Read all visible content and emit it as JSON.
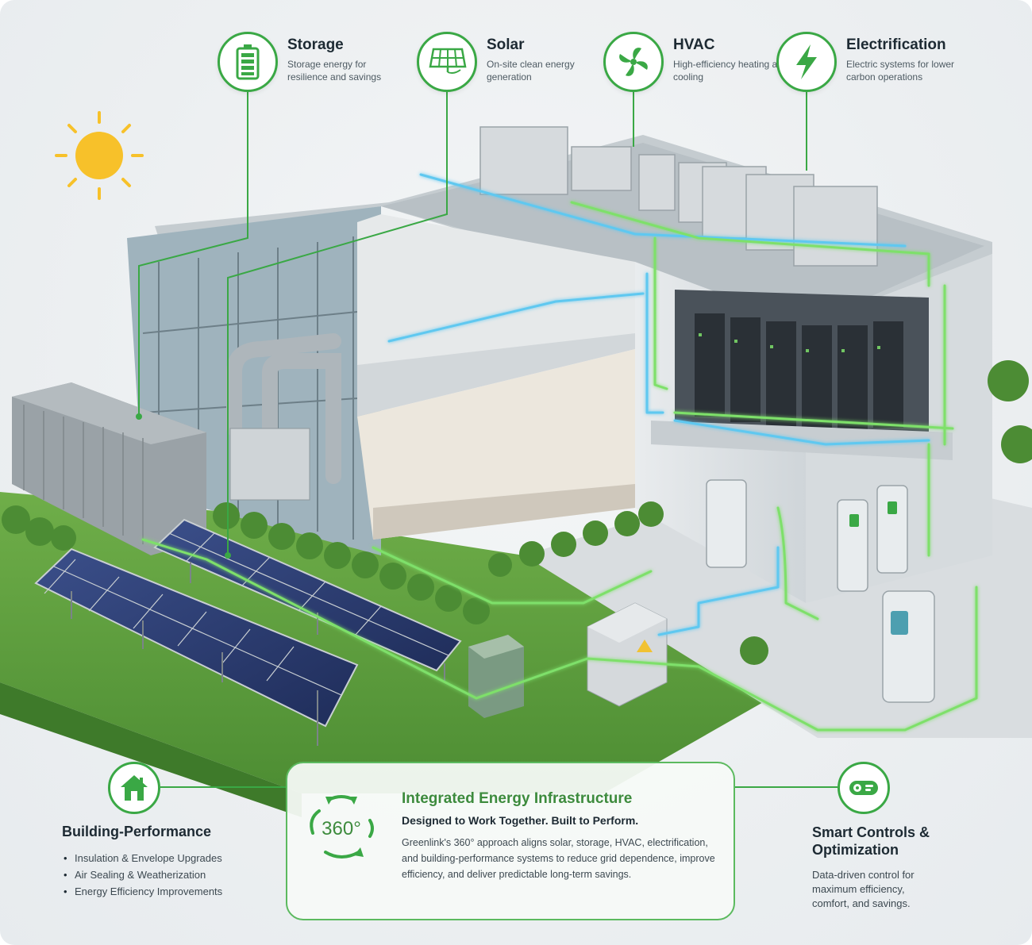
{
  "features": {
    "storage": {
      "title": "Storage",
      "desc": "Storage energy for resilience and savings",
      "icon": "battery-icon"
    },
    "solar": {
      "title": "Solar",
      "desc": "On-site clean energy generation",
      "icon": "solar-panel-icon"
    },
    "hvac": {
      "title": "HVAC",
      "desc": "High-efficiency heating and cooling",
      "icon": "fan-icon"
    },
    "electrification": {
      "title": "Electrification",
      "desc": "Electric systems for lower carbon operations",
      "icon": "lightning-bolt-icon"
    }
  },
  "building_performance": {
    "title": "Building-Performance",
    "icon": "house-icon",
    "items": [
      "Insulation & Envelope Upgrades",
      "Air Sealing & Weatherization",
      "Energy Efficiency Improvements"
    ]
  },
  "center": {
    "badge": "360°",
    "title": "Integrated Energy Infrastructure",
    "subtitle": "Designed to Work Together. Built to Perform.",
    "body": "Greenlink's 360° approach aligns solar, storage, HVAC, electrification, and building-performance systems to reduce grid dependence, improve efficiency, and deliver predictable long-term savings."
  },
  "smart_controls": {
    "title": "Smart Controls & Optimization",
    "desc": "Data-driven control for maximum efficiency, comfort, and savings.",
    "icon": "smart-control-icon"
  },
  "colors": {
    "accent_green": "#3aa845",
    "glow_green": "#7ee06a",
    "glow_blue": "#5fc8f0",
    "sun_yellow": "#f7c12a"
  }
}
